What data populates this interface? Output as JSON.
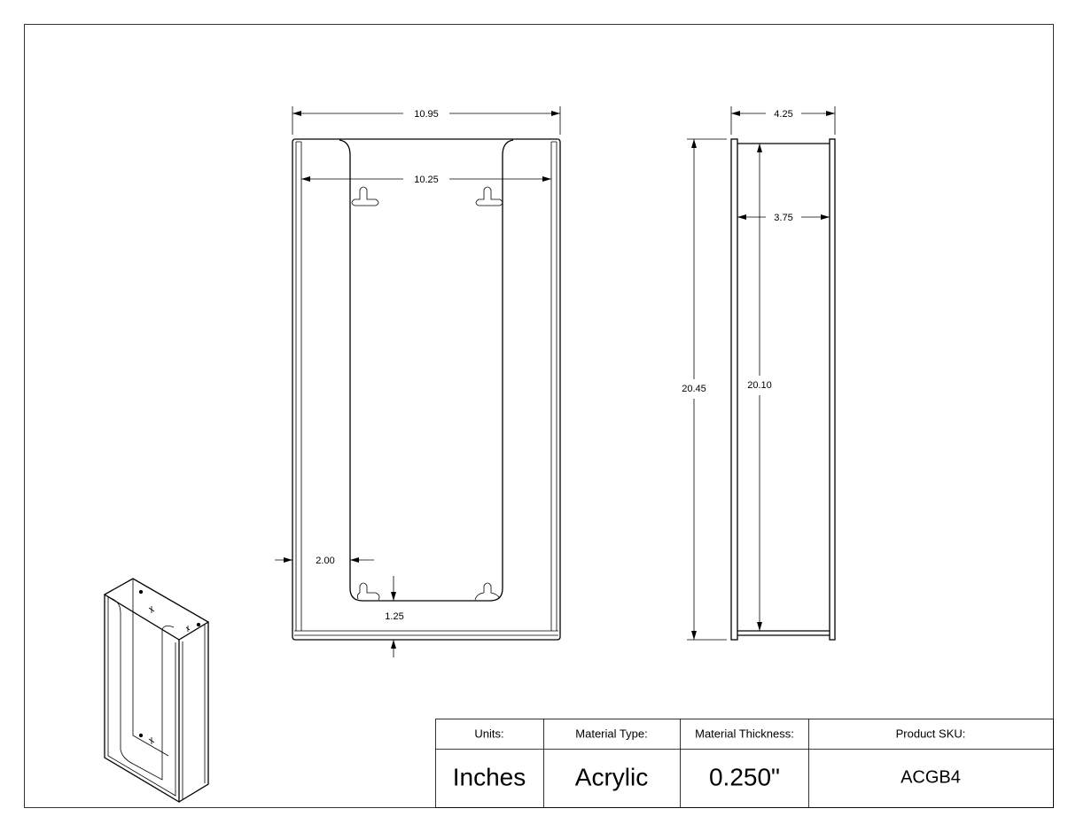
{
  "front_view": {
    "overall_width": "10.95",
    "inner_width": "10.25",
    "side_margin": "2.00",
    "bottom_margin": "1.25"
  },
  "side_view": {
    "overall_depth": "4.25",
    "inner_depth": "3.75",
    "overall_height": "20.45",
    "inner_height": "20.10"
  },
  "title_block": {
    "headers": [
      "Units:",
      "Material Type:",
      "Material Thickness:",
      "Product SKU:"
    ],
    "values": [
      "Inches",
      "Acrylic",
      "0.250\"",
      "ACGB4"
    ]
  },
  "colors": {
    "line": "#000000",
    "background": "#ffffff"
  }
}
